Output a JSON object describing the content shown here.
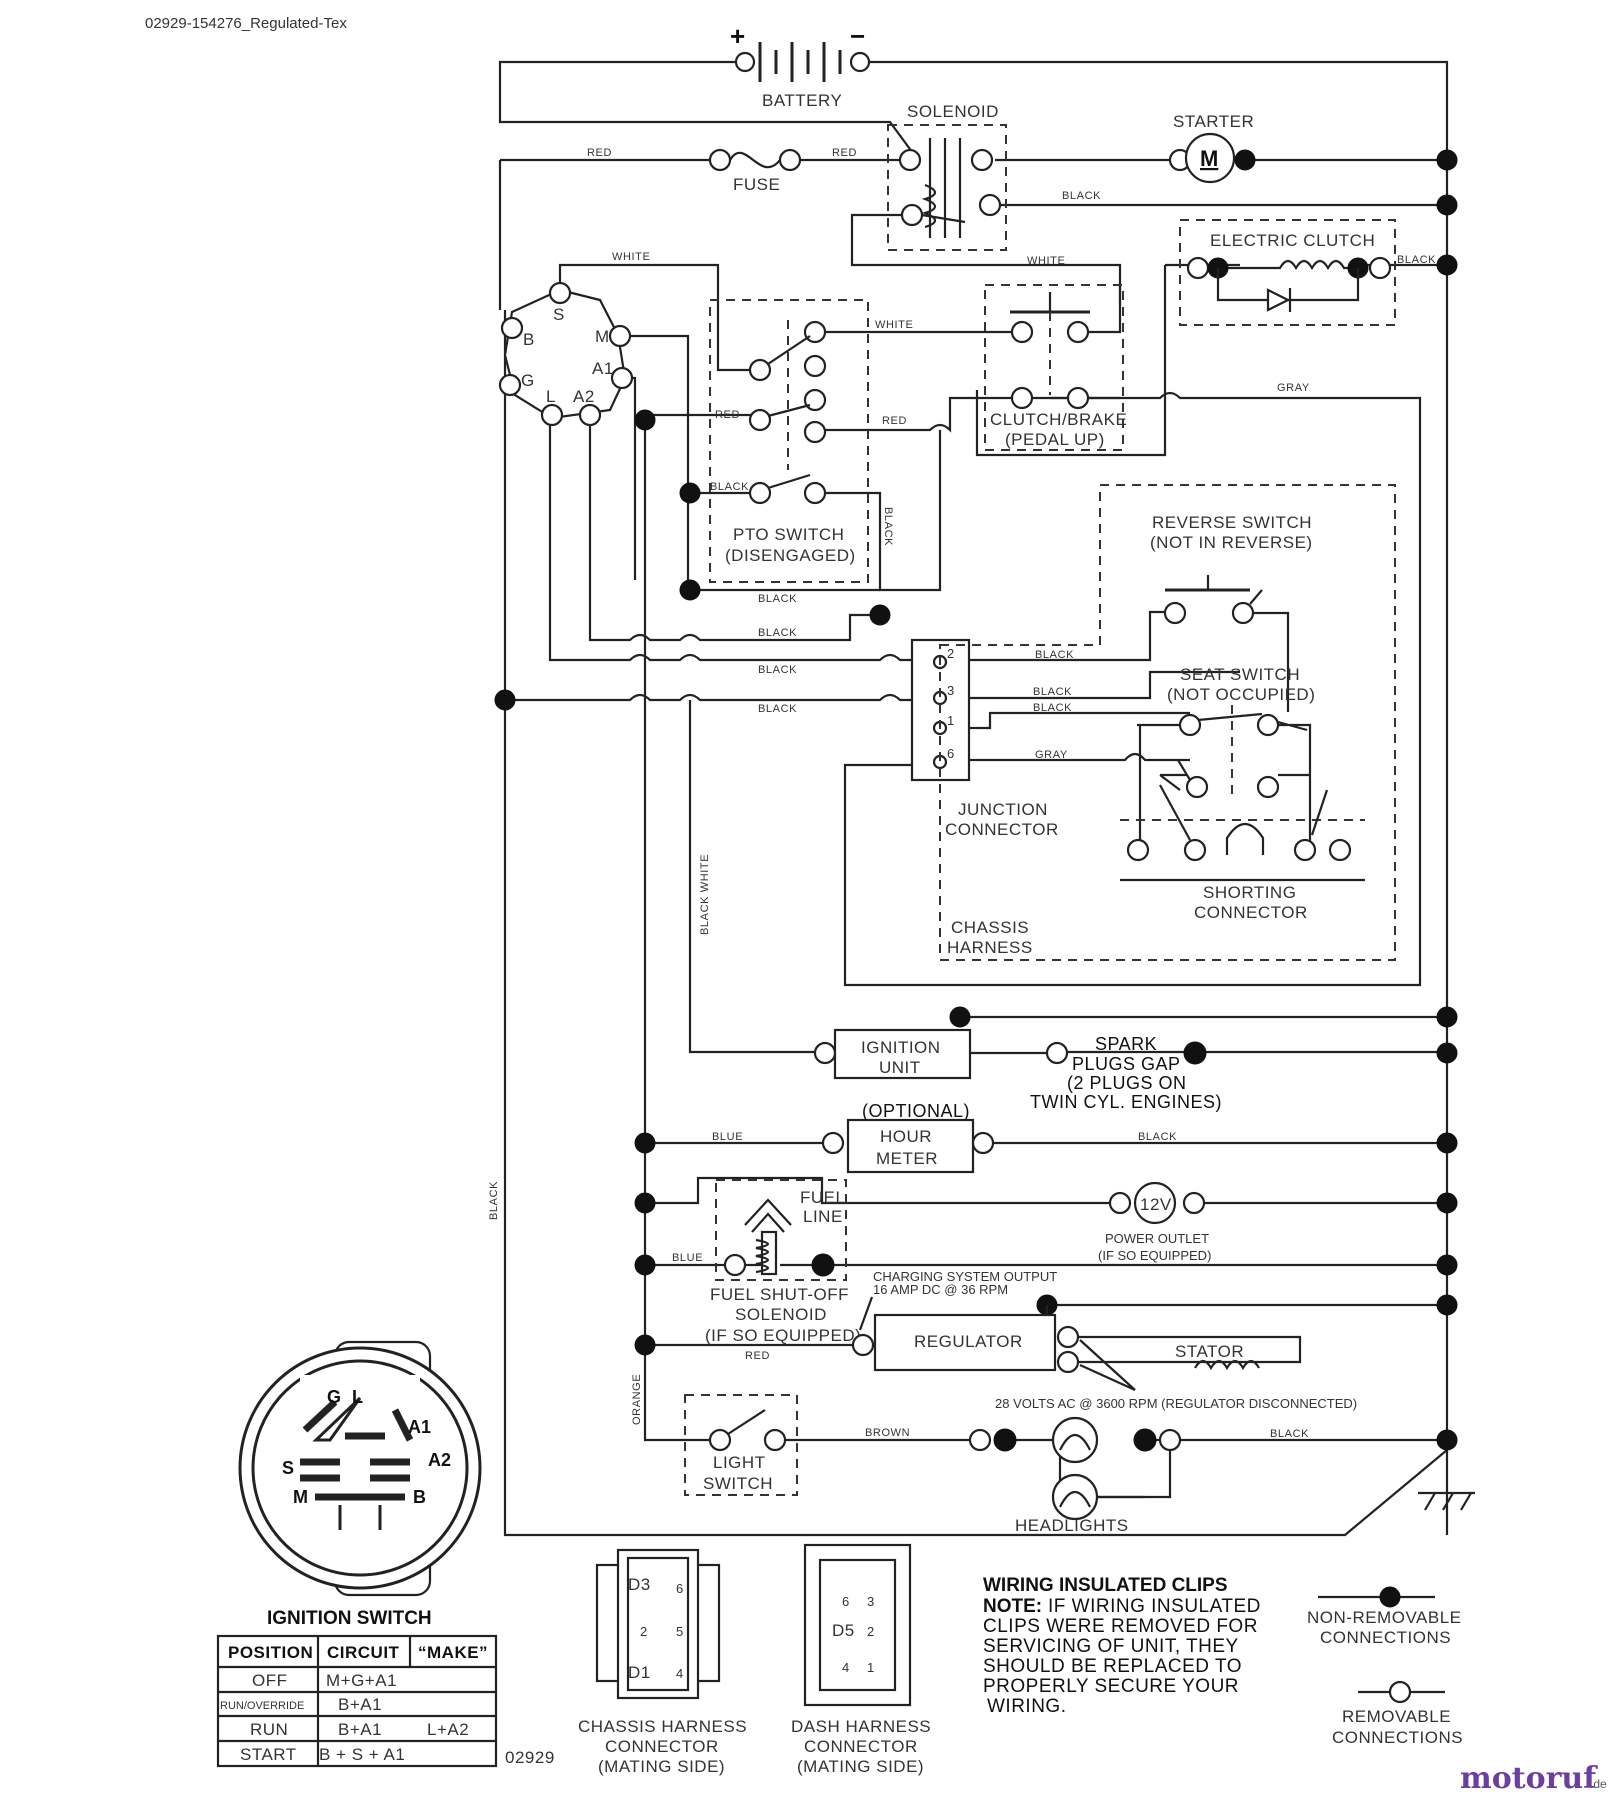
{
  "header_text": "02929-154276_Regulated-Tex",
  "drawing_number": "02929",
  "components": {
    "battery": "BATTERY",
    "battery_plus": "+",
    "battery_minus": "−",
    "solenoid": "SOLENOID",
    "starter": "STARTER",
    "starter_motor": "M",
    "fuse": "FUSE",
    "electric_clutch": "ELECTRIC CLUTCH",
    "clutch_brake": [
      "CLUTCH/BRAKE",
      "(PEDAL UP)"
    ],
    "pto_switch": [
      "PTO SWITCH",
      "(DISENGAGED)"
    ],
    "reverse_switch": [
      "REVERSE SWITCH",
      "(NOT IN REVERSE)"
    ],
    "seat_switch": [
      "SEAT SWITCH",
      "(NOT OCCUPIED)"
    ],
    "junction_connector": [
      "JUNCTION",
      "CONNECTOR"
    ],
    "shorting_connector": [
      "SHORTING",
      "CONNECTOR"
    ],
    "chassis_harness": [
      "CHASSIS",
      "HARNESS"
    ],
    "ignition_unit": [
      "IGNITION",
      "UNIT"
    ],
    "spark_plugs": [
      "SPARK",
      "PLUGS GAP",
      "(2 PLUGS ON",
      "TWIN CYL. ENGINES)"
    ],
    "optional": "(OPTIONAL)",
    "hour_meter": [
      "HOUR",
      "METER"
    ],
    "fuel_line": [
      "FUEL",
      "LINE"
    ],
    "power_outlet": [
      "POWER OUTLET",
      "(IF SO EQUIPPED)"
    ],
    "outlet_voltage": "12V",
    "fuel_solenoid": [
      "FUEL SHUT-OFF",
      "SOLENOID",
      "(IF SO EQUIPPED)"
    ],
    "charging_output": [
      "CHARGING SYSTEM OUTPUT",
      "16 AMP DC @ 36 RPM"
    ],
    "regulator": "REGULATOR",
    "stator": "STATOR",
    "stator_note": "28 VOLTS AC @ 3600 RPM (REGULATOR DISCONNECTED)",
    "light_switch": [
      "LIGHT",
      "SWITCH"
    ],
    "headlights": "HEADLIGHTS"
  },
  "ignition_terminals": [
    "S",
    "B",
    "M",
    "A1",
    "G",
    "L",
    "A2"
  ],
  "junction_pins": [
    "2",
    "3",
    "1",
    "6"
  ],
  "wire_colors": {
    "red": "RED",
    "white": "WHITE",
    "black": "BLACK",
    "gray": "GRAY",
    "blue": "BLUE",
    "brown": "BROWN",
    "orange": "ORANGE",
    "black_white": "BLACK WHITE"
  },
  "ignition_switch": {
    "title": "IGNITION SWITCH",
    "face_labels": [
      "G",
      "L",
      "A1",
      "S",
      "A2",
      "M",
      "B"
    ],
    "table": {
      "headers": [
        "POSITION",
        "CIRCUIT",
        "“MAKE”"
      ],
      "rows": [
        [
          "OFF",
          "M+G+A1",
          ""
        ],
        [
          "RUN/OVERRIDE",
          "B+A1",
          ""
        ],
        [
          "RUN",
          "B+A1",
          "L+A2"
        ],
        [
          "START",
          "B + S + A1",
          ""
        ]
      ]
    }
  },
  "chassis_connector": {
    "label": [
      "CHASSIS HARNESS",
      "CONNECTOR",
      "(MATING SIDE)"
    ],
    "pins": [
      "D3",
      "6",
      "2",
      "5",
      "D1",
      "4"
    ]
  },
  "dash_connector": {
    "label": [
      "DASH HARNESS",
      "CONNECTOR",
      "(MATING SIDE)"
    ],
    "pins": [
      "6",
      "3",
      "D5",
      "2",
      "4",
      "1"
    ]
  },
  "note": {
    "title": "WIRING INSULATED CLIPS",
    "prefix": "NOTE:",
    "lines": [
      "IF WIRING INSULATED",
      "CLIPS WERE REMOVED FOR",
      "SERVICING OF UNIT, THEY",
      "SHOULD BE REPLACED TO",
      "PROPERLY SECURE YOUR",
      "WIRING."
    ]
  },
  "legend": {
    "non_removable": [
      "NON-REMOVABLE",
      "CONNECTIONS"
    ],
    "removable": [
      "REMOVABLE",
      "CONNECTIONS"
    ]
  },
  "watermark": {
    "main": "motoruf",
    "tld": ".de"
  },
  "colors": {
    "line": "#222222",
    "watermark_purple": "#6b3fa0",
    "watermark_orange": "#e08a1e"
  }
}
